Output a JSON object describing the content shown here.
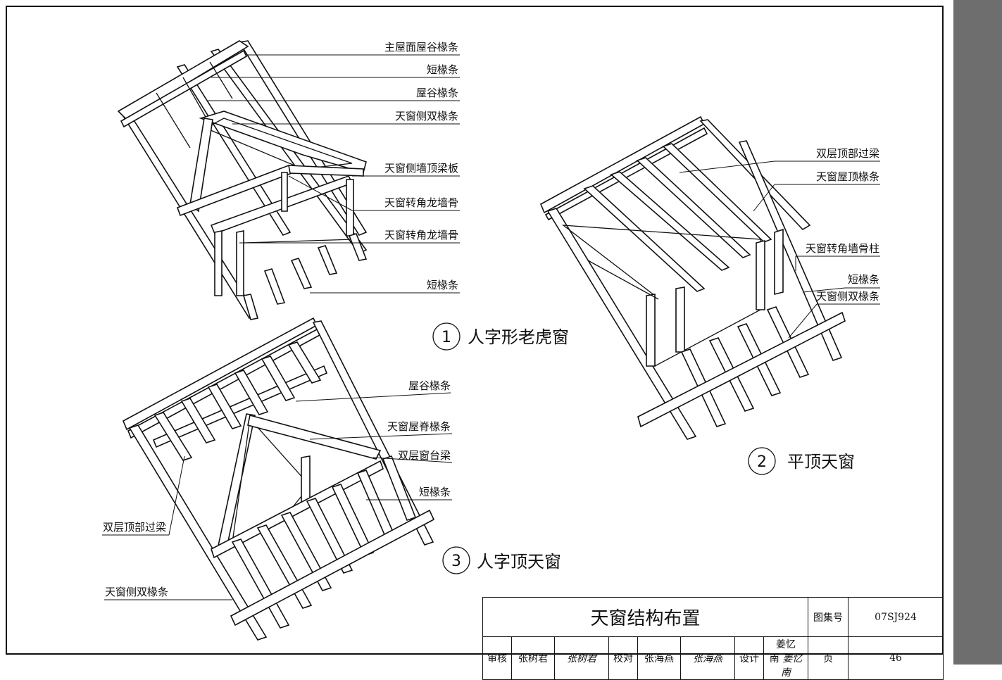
{
  "figure1": {
    "num": "1",
    "caption": "人字形老虎窗",
    "labels": [
      "主屋面屋谷椽条",
      "短椽条",
      "屋谷椽条",
      "天窗侧双椽条",
      "天窗侧墙顶梁板",
      "天窗转角龙墙骨",
      "天窗转角龙墙骨",
      "短椽条"
    ]
  },
  "figure2": {
    "num": "2",
    "caption": "平顶天窗",
    "labels": [
      "双层顶部过梁",
      "天窗屋顶椽条",
      "天窗转角墙骨柱",
      "短椽条",
      "天窗侧双椽条"
    ]
  },
  "figure3": {
    "num": "3",
    "caption": "人字顶天窗",
    "labels": [
      "屋谷椽条",
      "天窗屋脊椽条",
      "双层窗台梁",
      "短椽条",
      "双层顶部过梁",
      "天窗侧双椽条"
    ]
  },
  "titleblock": {
    "title": "天窗结构布置",
    "atlas_label": "图集号",
    "atlas_no": "07SJ924",
    "review_label": "审核",
    "reviewer": "张树君",
    "reviewer_sig": "张树君",
    "check_label": "校对",
    "checker": "张海燕",
    "checker_sig": "张海燕",
    "design_label": "设计",
    "designer": "姜忆南",
    "designer_sig": "姜忆南",
    "page_label": "页",
    "page_no": "46"
  }
}
